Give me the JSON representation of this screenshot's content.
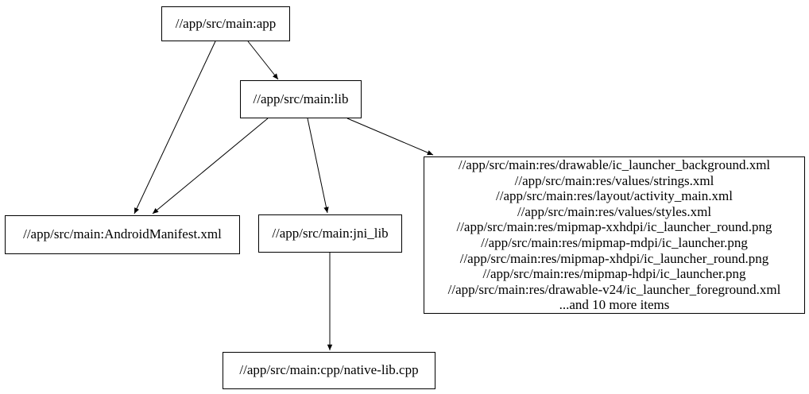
{
  "diagram": {
    "type": "dependency-graph",
    "background_color": "#ffffff",
    "stroke_color": "#000000",
    "nodes": {
      "app": {
        "label": "//app/src/main:app"
      },
      "lib": {
        "label": "//app/src/main:lib"
      },
      "manifest": {
        "label": "//app/src/main:AndroidManifest.xml"
      },
      "jni_lib": {
        "label": "//app/src/main:jni_lib"
      },
      "native_cpp": {
        "label": "//app/src/main:cpp/native-lib.cpp"
      },
      "resources": {
        "lines": [
          "//app/src/main:res/drawable/ic_launcher_background.xml",
          "//app/src/main:res/values/strings.xml",
          "//app/src/main:res/layout/activity_main.xml",
          "//app/src/main:res/values/styles.xml",
          "//app/src/main:res/mipmap-xxhdpi/ic_launcher_round.png",
          "//app/src/main:res/mipmap-mdpi/ic_launcher.png",
          "//app/src/main:res/mipmap-xhdpi/ic_launcher_round.png",
          "//app/src/main:res/mipmap-hdpi/ic_launcher.png",
          "//app/src/main:res/drawable-v24/ic_launcher_foreground.xml",
          "...and 10 more items"
        ]
      }
    },
    "edges": [
      {
        "from": "//app/src/main:app",
        "to": "//app/src/main:lib"
      },
      {
        "from": "//app/src/main:app",
        "to": "//app/src/main:AndroidManifest.xml"
      },
      {
        "from": "//app/src/main:lib",
        "to": "//app/src/main:AndroidManifest.xml"
      },
      {
        "from": "//app/src/main:lib",
        "to": "//app/src/main:jni_lib"
      },
      {
        "from": "//app/src/main:lib",
        "to": "//app/src/main:res (resources group)"
      },
      {
        "from": "//app/src/main:jni_lib",
        "to": "//app/src/main:cpp/native-lib.cpp"
      }
    ]
  }
}
